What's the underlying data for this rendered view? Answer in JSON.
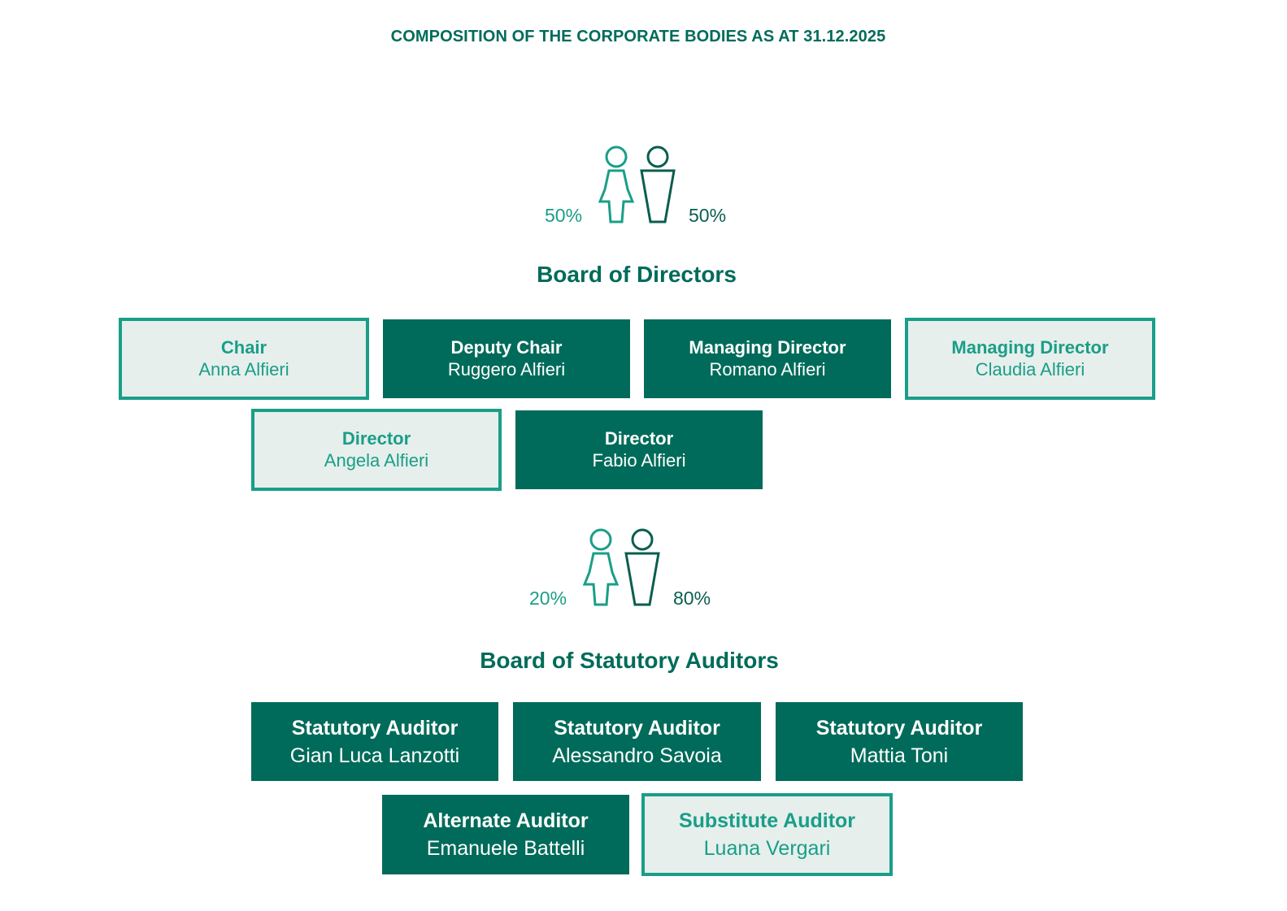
{
  "title": "COMPOSITION OF THE CORPORATE BODIES AS AT 31.12.2025",
  "colors": {
    "dark": "#006b5a",
    "accent": "#1a9e88",
    "light_bg": "#e6efec",
    "male_icon": "#0a5e4f"
  },
  "board_of_directors": {
    "title": "Board of Directors",
    "gender": {
      "female_pct": "50%",
      "male_pct": "50%"
    },
    "members": [
      {
        "role": "Chair",
        "name": "Anna Alfieri",
        "style": "light"
      },
      {
        "role": "Deputy Chair",
        "name": "Ruggero Alfieri",
        "style": "dark"
      },
      {
        "role": "Managing Director",
        "name": "Romano Alfieri",
        "style": "dark"
      },
      {
        "role": "Managing Director",
        "name": "Claudia Alfieri",
        "style": "light"
      },
      {
        "role": "Director",
        "name": "Angela Alfieri",
        "style": "light"
      },
      {
        "role": "Director",
        "name": "Fabio Alfieri",
        "style": "dark"
      }
    ]
  },
  "board_of_statutory_auditors": {
    "title": "Board of Statutory Auditors",
    "gender": {
      "female_pct": "20%",
      "male_pct": "80%"
    },
    "members": [
      {
        "role": "Statutory Auditor",
        "name": "Gian Luca Lanzotti",
        "style": "dark"
      },
      {
        "role": "Statutory Auditor",
        "name": "Alessandro Savoia",
        "style": "dark"
      },
      {
        "role": "Statutory Auditor",
        "name": "Mattia Toni",
        "style": "dark"
      },
      {
        "role": "Alternate Auditor",
        "name": "Emanuele Battelli",
        "style": "dark"
      },
      {
        "role": "Substitute Auditor",
        "name": "Luana Vergari",
        "style": "light"
      }
    ]
  }
}
